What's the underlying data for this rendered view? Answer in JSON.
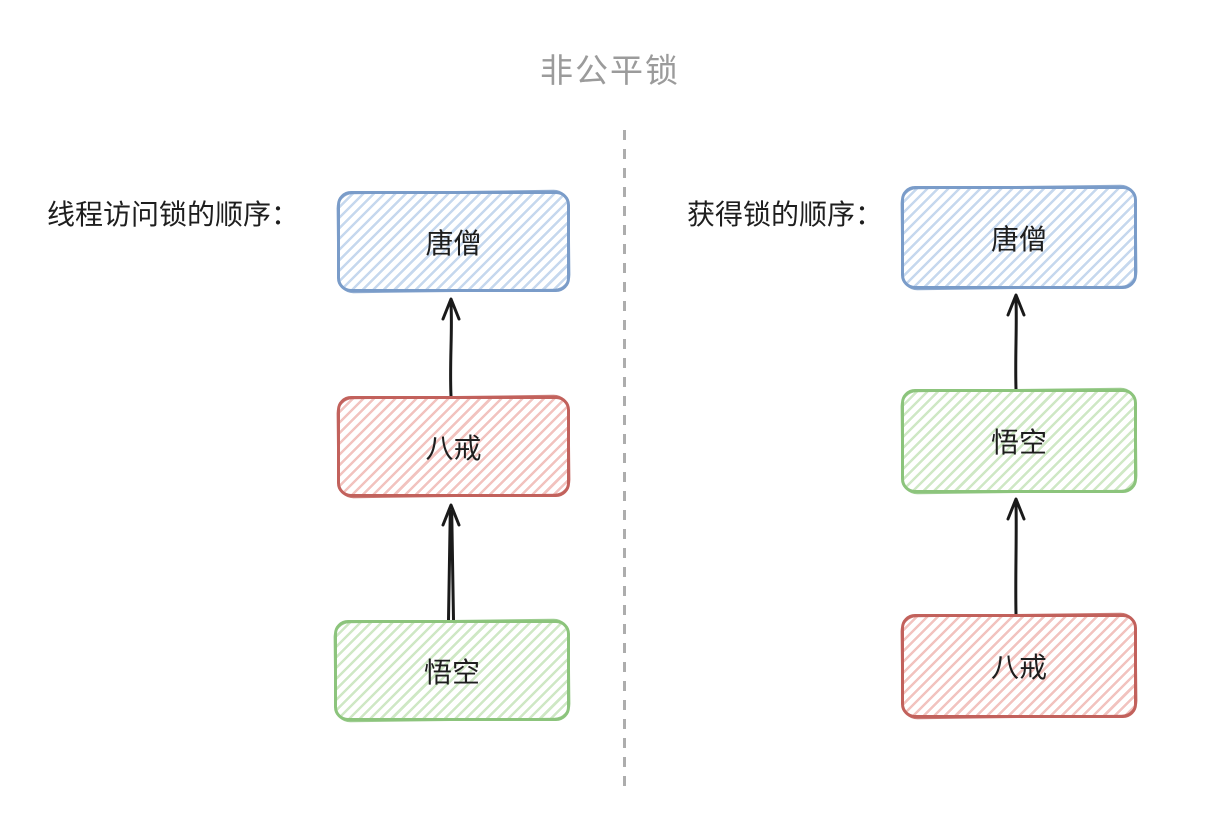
{
  "title": "非公平锁",
  "palette": {
    "title_color": "#9b9b9b",
    "text_color": "#1e1e1e",
    "arrow_color": "#1a1a1a",
    "divider_color": "#adadad",
    "blue": {
      "stroke": "#7a9cc9",
      "fill": "#c6d8ee"
    },
    "red": {
      "stroke": "#c2625c",
      "fill": "#f2c3bf"
    },
    "green": {
      "stroke": "#8cc47c",
      "fill": "#cfe8c5"
    }
  },
  "left_panel": {
    "label": "线程访问锁的顺序：",
    "boxes": [
      {
        "label": "唐僧",
        "color": "blue"
      },
      {
        "label": "八戒",
        "color": "red"
      },
      {
        "label": "悟空",
        "color": "green"
      }
    ],
    "arrows": [
      {
        "from": "八戒",
        "to": "唐僧",
        "style": "single"
      },
      {
        "from": "悟空",
        "to": "八戒",
        "style": "double"
      }
    ]
  },
  "right_panel": {
    "label": "获得锁的顺序：",
    "boxes": [
      {
        "label": "唐僧",
        "color": "blue"
      },
      {
        "label": "悟空",
        "color": "green"
      },
      {
        "label": "八戒",
        "color": "red"
      }
    ],
    "arrows": [
      {
        "from": "悟空",
        "to": "唐僧",
        "style": "single"
      },
      {
        "from": "八戒",
        "to": "悟空",
        "style": "single"
      }
    ]
  }
}
